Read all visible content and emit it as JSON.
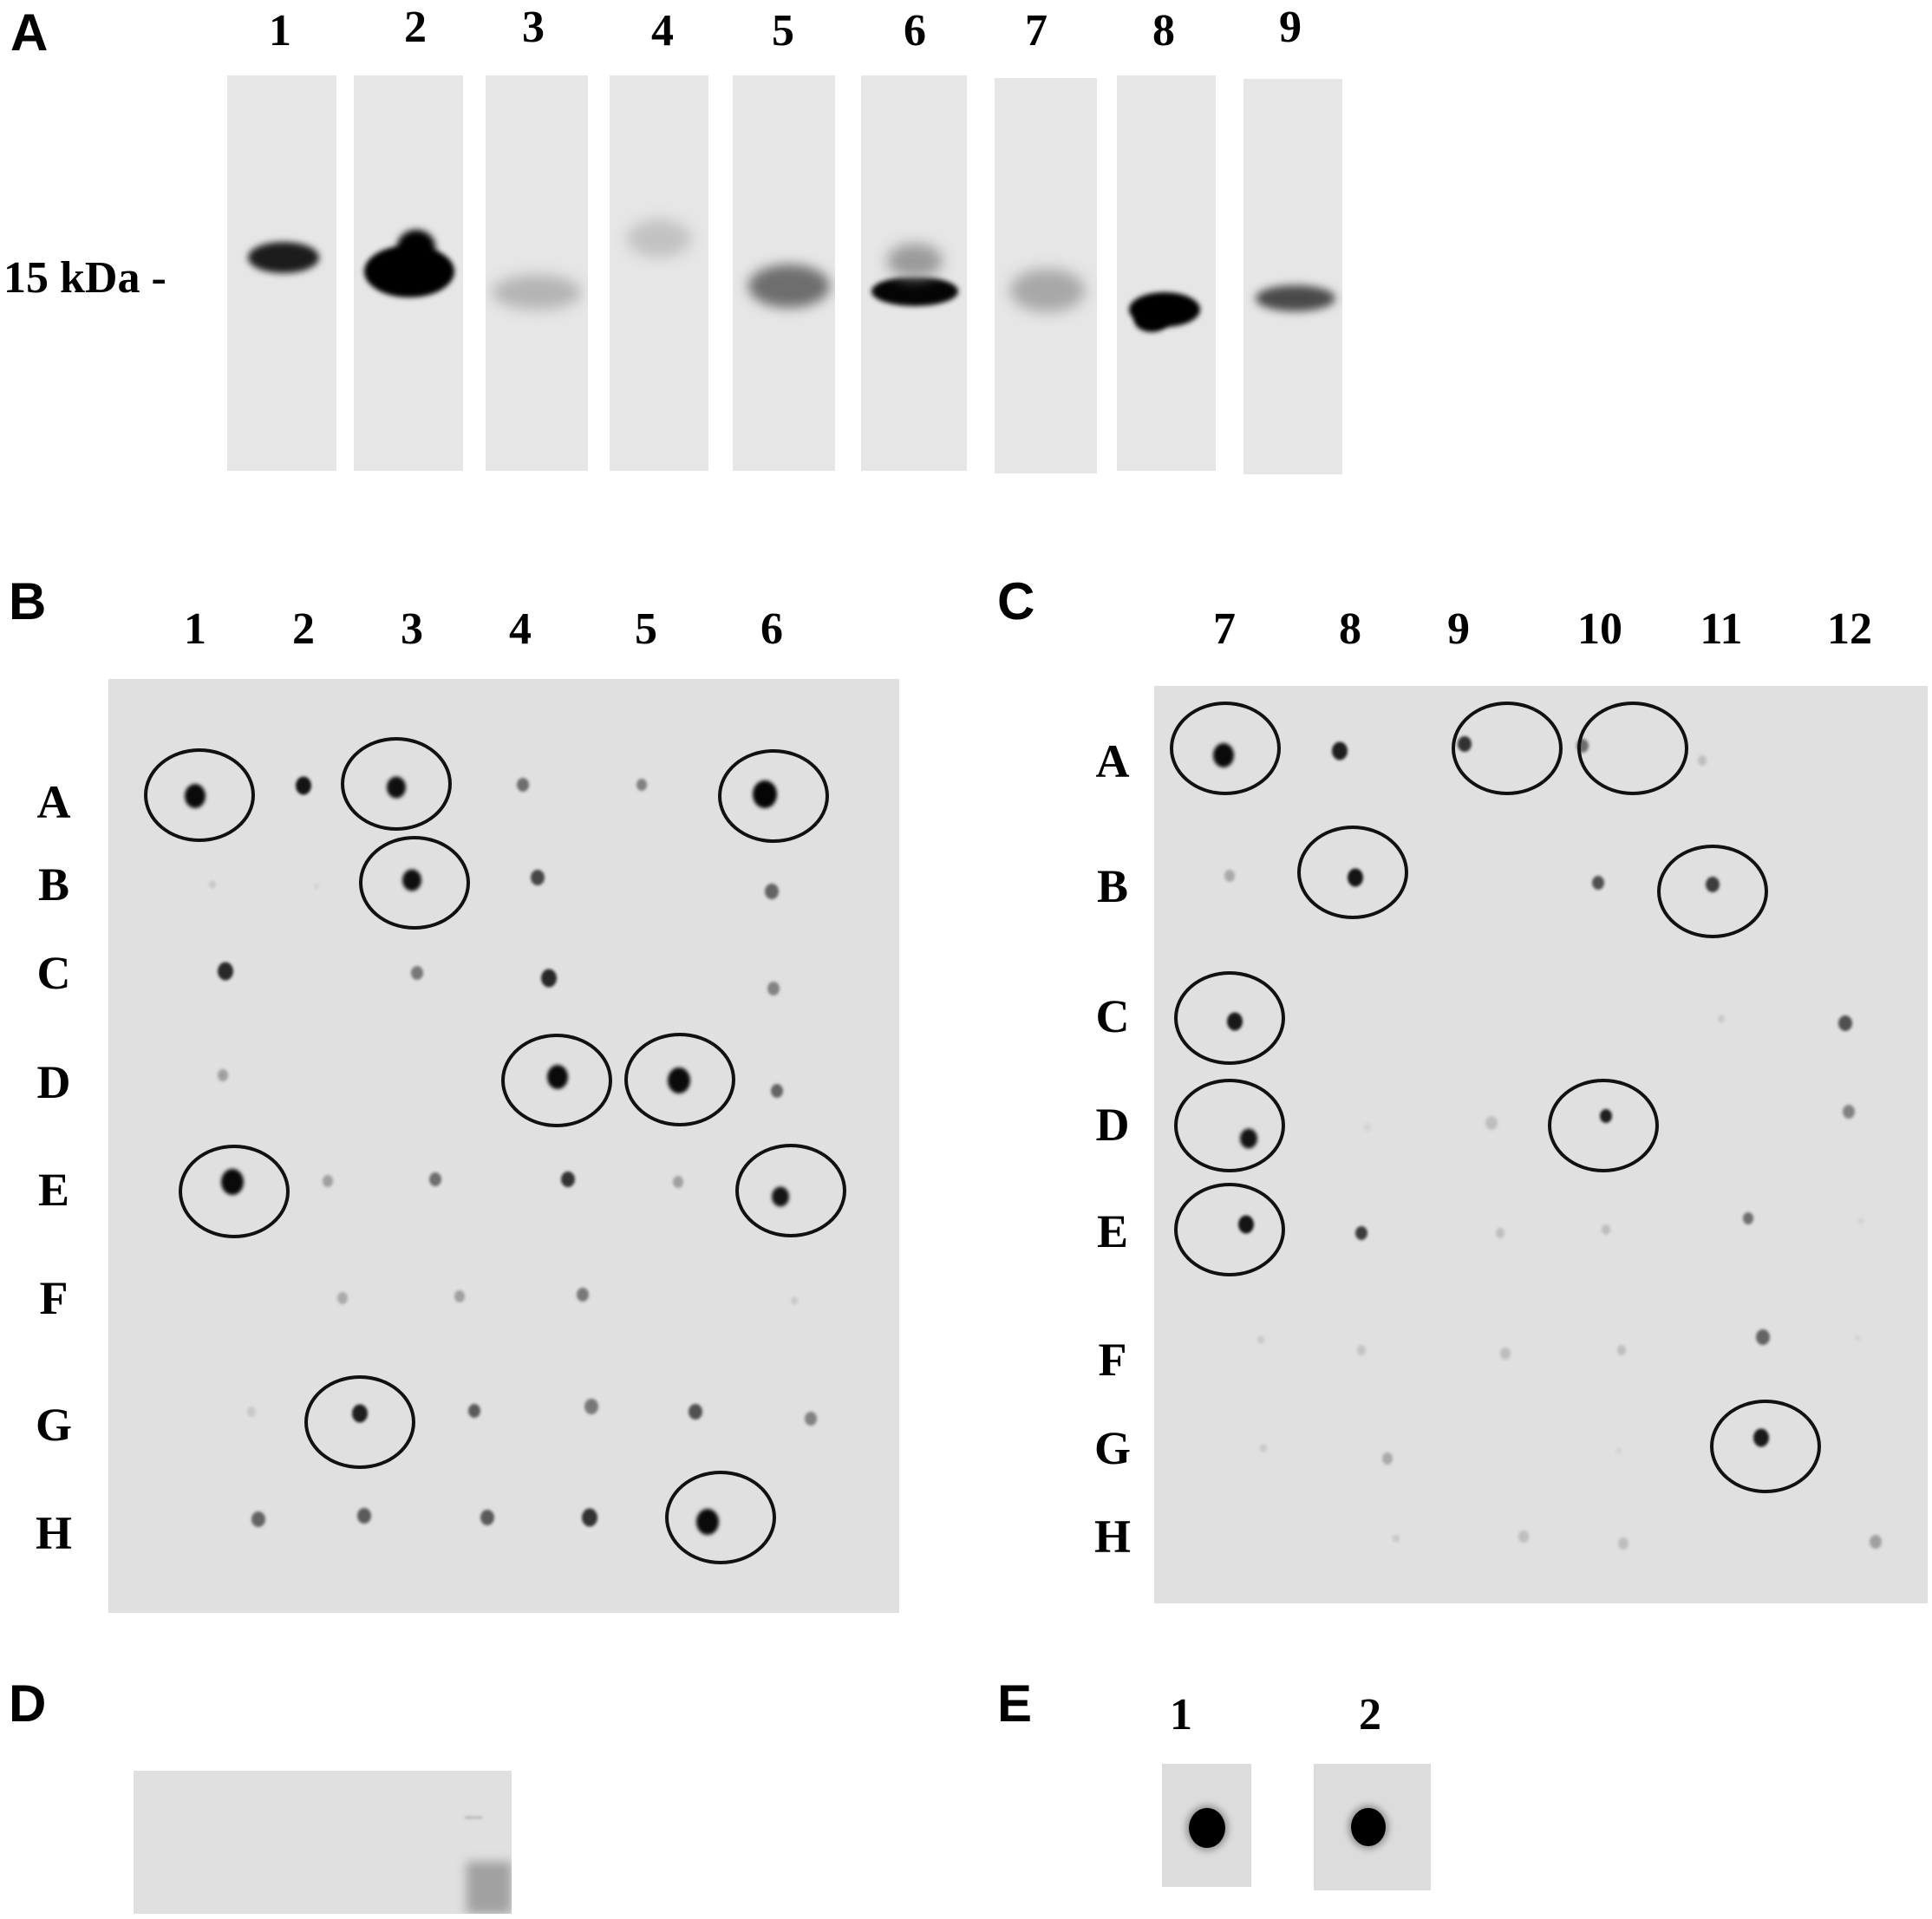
{
  "panels": {
    "a": {
      "letter": "A",
      "marker_label": "15 kDa -",
      "lane_labels": [
        "1",
        "2",
        "3",
        "4",
        "5",
        "6",
        "7",
        "8",
        "9"
      ]
    },
    "b": {
      "letter": "B",
      "column_labels": [
        "1",
        "2",
        "3",
        "4",
        "5",
        "6"
      ],
      "row_labels": [
        "A",
        "B",
        "C",
        "D",
        "E",
        "F",
        "G",
        "H"
      ]
    },
    "c": {
      "letter": "C",
      "column_labels": [
        "7",
        "8",
        "9",
        "10",
        "11",
        "12"
      ],
      "row_labels": [
        "A",
        "B",
        "C",
        "D",
        "E",
        "F",
        "G",
        "H"
      ]
    },
    "d": {
      "letter": "D"
    },
    "e": {
      "letter": "E",
      "sample_labels": [
        "1",
        "2"
      ]
    }
  },
  "colors": {
    "membrane": "#e0e0e0",
    "lane_background": "#e6e6e6",
    "signal": "#000000",
    "circle_outline": "#111111"
  }
}
